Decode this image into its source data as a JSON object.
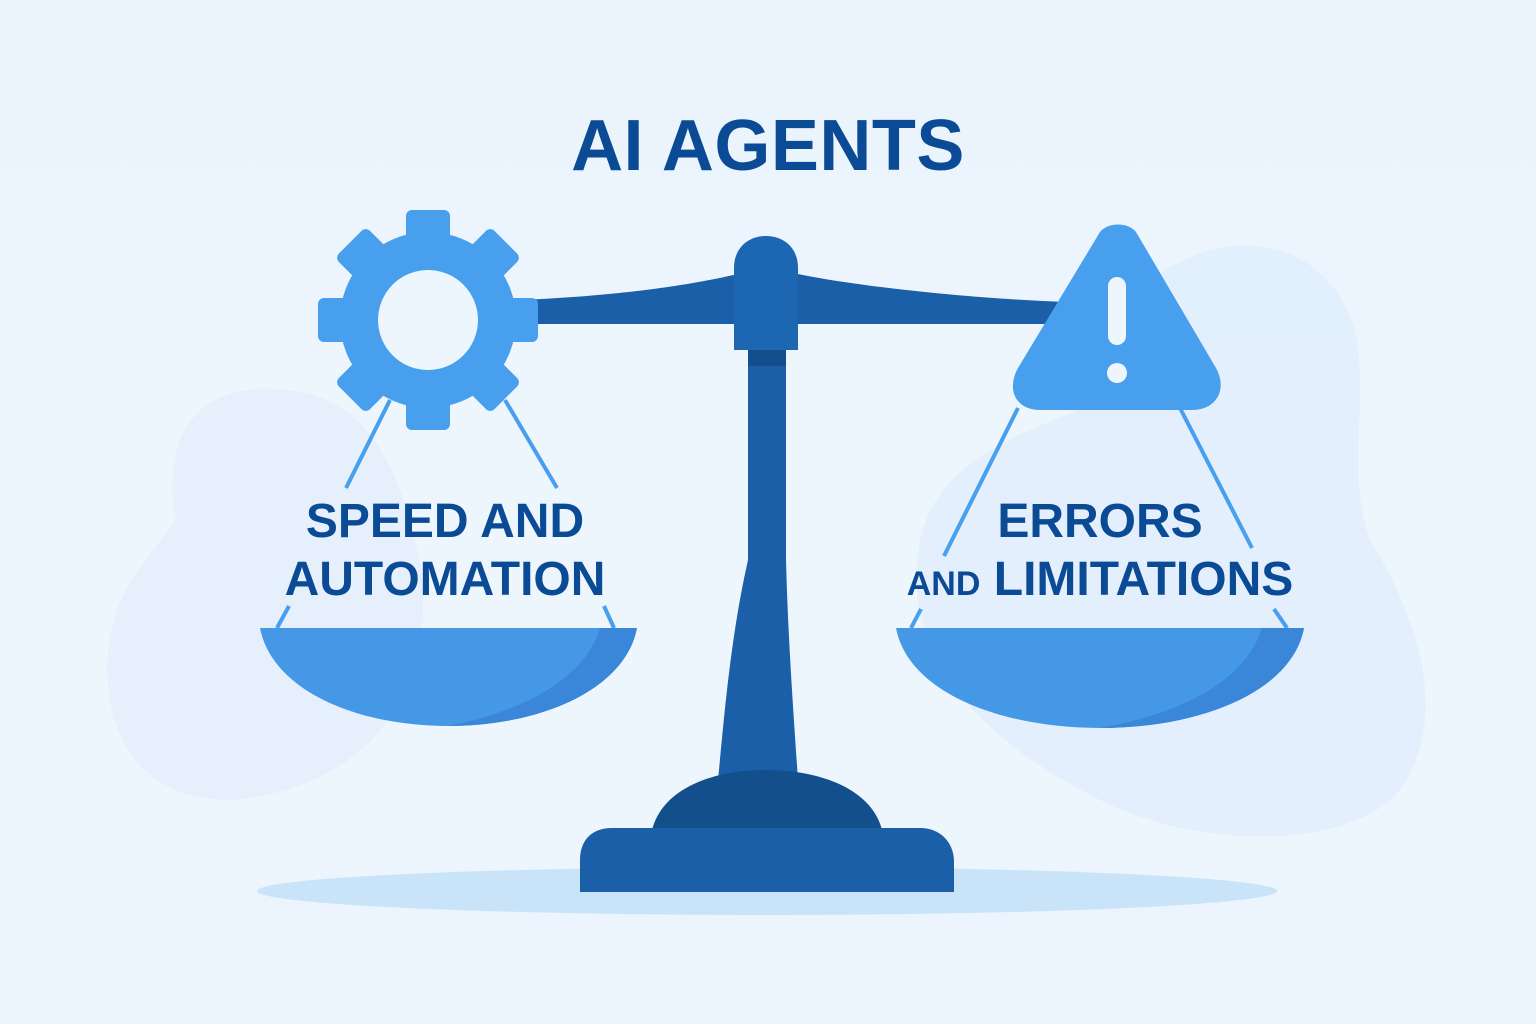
{
  "title": "AI AGENTS",
  "left_pan": {
    "icon": "gear-icon",
    "label_line1": "SPEED AND",
    "label_line2": "AUTOMATION"
  },
  "right_pan": {
    "icon": "warning-triangle-icon",
    "label_line1": "ERRORS",
    "label_line2_prefix": "AND",
    "label_line2_main": "LIMITATIONS"
  },
  "colors": {
    "background": "#edf6fd",
    "title_text": "#0b4a94",
    "scale_dark": "#1a5fa8",
    "scale_darker": "#134f8c",
    "accent_light": "#479fed",
    "shadow": "#c9e4f9",
    "blob": "#e1eefc"
  }
}
